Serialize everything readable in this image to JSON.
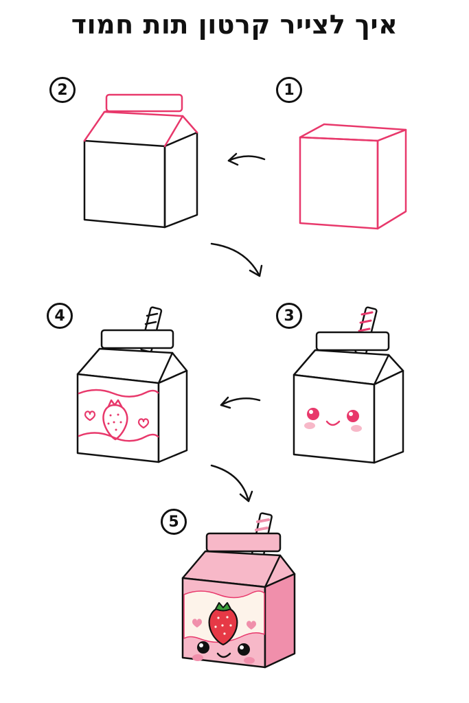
{
  "title": "איך לצייר קרטון תות חמוד",
  "steps": [
    {
      "number": "1"
    },
    {
      "number": "2"
    },
    {
      "number": "3"
    },
    {
      "number": "4"
    },
    {
      "number": "5"
    }
  ],
  "colors": {
    "ink": "#111111",
    "guide": "#e8386b",
    "carton_pink": "#f7b8c8",
    "carton_pink_dark": "#f08fab",
    "strawberry": "#e63946",
    "leaf": "#3a9d3a",
    "cream": "#fdf3ea"
  },
  "icons": [
    "arrow-left-icon",
    "arrow-down-icon",
    "strawberry-icon",
    "heart-icon",
    "straw-icon"
  ]
}
